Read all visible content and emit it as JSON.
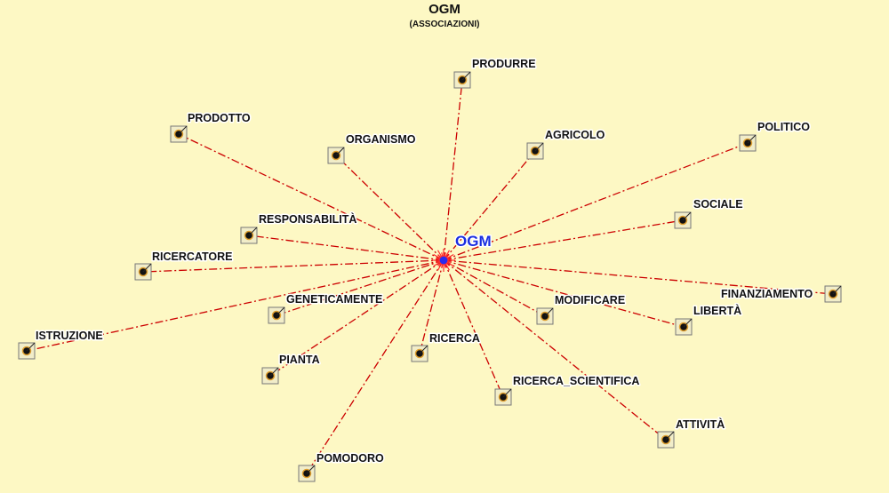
{
  "header": {
    "title": "OGM",
    "subtitle": "(ASSOCIAZIONI)"
  },
  "colors": {
    "background": "#fdf8c4",
    "edge": "#cc0000",
    "center_label": "#1a2ee0",
    "node_dot": "#111111",
    "node_glow": "#e0a030",
    "node_box": "#777777"
  },
  "center": {
    "label": "OGM"
  },
  "nodes": [
    {
      "label": "PRODURRE"
    },
    {
      "label": "PRODOTTO"
    },
    {
      "label": "ORGANISMO"
    },
    {
      "label": "AGRICOLO"
    },
    {
      "label": "POLITICO"
    },
    {
      "label": "SOCIALE"
    },
    {
      "label": "RESPONSABILITÀ"
    },
    {
      "label": "RICERCATORE"
    },
    {
      "label": "GENETICAMENTE"
    },
    {
      "label": "MODIFICARE"
    },
    {
      "label": "FINANZIAMENTO"
    },
    {
      "label": "LIBERTÀ"
    },
    {
      "label": "ISTRUZIONE"
    },
    {
      "label": "RICERCA"
    },
    {
      "label": "PIANTA"
    },
    {
      "label": "RICERCA_SCIENTIFICA"
    },
    {
      "label": "ATTIVITÀ"
    },
    {
      "label": "POMODORO"
    }
  ]
}
